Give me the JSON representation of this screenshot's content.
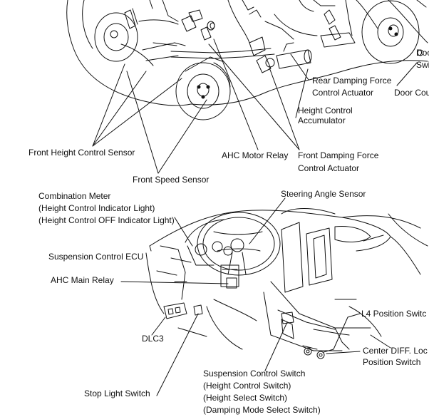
{
  "labels": {
    "door_1": "Doo",
    "door_2": "Swi",
    "rear_damping_1": "Rear Damping Force",
    "rear_damping_2": "Control Actuator",
    "door_courtesy": "Door Cou",
    "height_accum_1": "Height Control",
    "height_accum_2": "Accumulator",
    "front_height_sensor": "Front Height Control Sensor",
    "ahc_motor_relay": "AHC Motor Relay",
    "front_damping_1": "Front Damping Force",
    "front_damping_2": "Control Actuator",
    "front_speed_sensor": "Front Speed Sensor",
    "combo_meter_1": "Combination Meter",
    "combo_meter_2": "(Height Control Indicator Light)",
    "combo_meter_3": "(Height Control OFF Indicator Light)",
    "steering_angle": "Steering Angle Sensor",
    "susp_ecu": "Suspension Control ECU",
    "ahc_main_relay": "AHC Main Relay",
    "l4_switch": "L4 Position Switc",
    "dlc3": "DLC3",
    "center_diff_1": "Center DIFF. Loc",
    "center_diff_2": "Position Switch",
    "susp_switch_1": "Suspension Control Switch",
    "susp_switch_2": "(Height Control Switch)",
    "susp_switch_3": "(Height Select Switch)",
    "susp_switch_4": "(Damping Mode Select Switch)",
    "stop_light": "Stop Light Switch"
  },
  "colors": {
    "ink": "#111111",
    "background": "#ffffff"
  }
}
